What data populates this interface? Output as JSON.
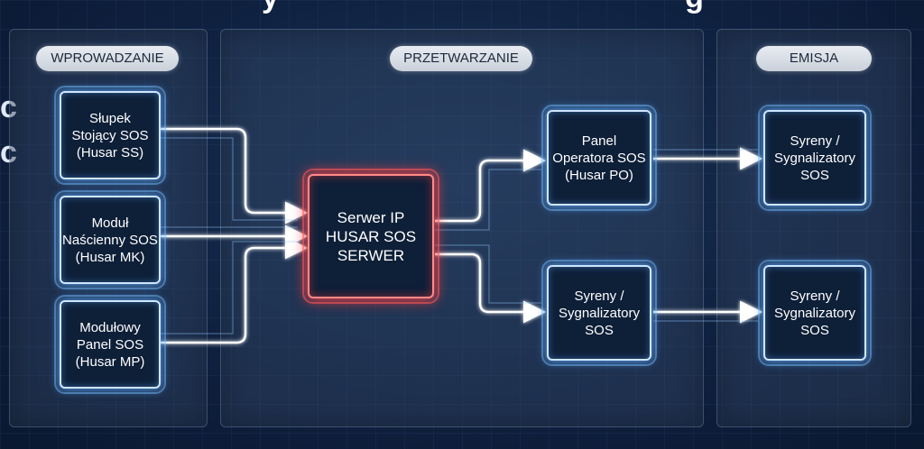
{
  "sections": {
    "input": "WPROWADZANIE",
    "processing": "PRZETWARZANIE",
    "emission": "EMISJA"
  },
  "nodes": {
    "slupek": "Słupek\nStojący SOS\n(Husar SS)",
    "modul_nascienny": "Moduł\nNaścienny SOS\n(Husar MK)",
    "modulowy_panel": "Modułowy\nPanel SOS\n(Husar MP)",
    "serwer": "Serwer IP\nHUSAR SOS\nSERWER",
    "panel_operatora": "Panel\nOperatora SOS\n(Husar PO)",
    "syreny_mid": "Syreny /\nSygnalizatory\nSOS",
    "syreny_out_1": "Syreny /\nSygnalizatory\nSOS",
    "syreny_out_2": "Syreny /\nSygnalizatory\nSOS"
  },
  "colors": {
    "glow_blue": "#5aaaff",
    "glow_red": "#ff3c3c",
    "wire": "#ffffff"
  }
}
